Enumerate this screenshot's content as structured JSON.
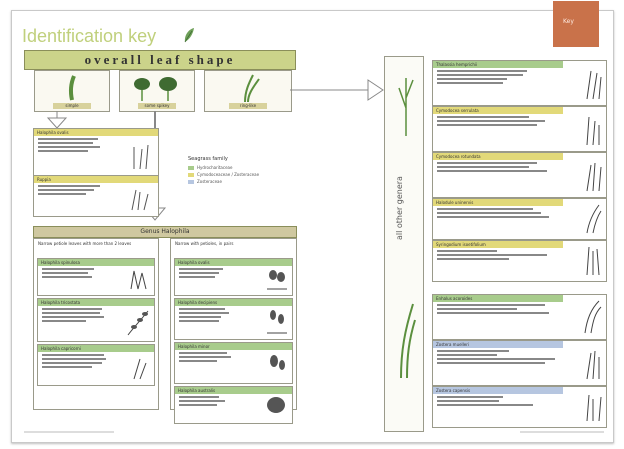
{
  "page": {
    "title": "Identification key",
    "corner_label": "Key",
    "leaf_header": "overall leaf shape",
    "shapes": [
      {
        "label": "simple"
      },
      {
        "label": "some spikey"
      },
      {
        "label": "ring-like"
      }
    ],
    "legend": {
      "title": "Seagrass family",
      "items": [
        {
          "label": "Hydrocharitaceae",
          "color": "#a8cc8c"
        },
        {
          "label": "Cymodoceaceae / Zosteraceae",
          "color": "#e2d979"
        },
        {
          "label": "Zosteraceae",
          "color": "#b6c6e0"
        }
      ]
    },
    "left_top_cards": [
      {
        "title": "Halophila ovalis"
      },
      {
        "title": "Ruppia"
      }
    ],
    "genus_header": "Genus Halophila",
    "genus_left_intro": "Narrow petiole leaves with more than 2 leaves",
    "genus_right_intro": "Narrow with petioles, in pairs",
    "genus_left_cards": [
      {
        "title": "Halophila spinulosa"
      },
      {
        "title": "Halophila tricostata"
      },
      {
        "title": "Halophila capricorni"
      }
    ],
    "genus_right_cards": [
      {
        "title": "Halophila ovalis"
      },
      {
        "title": "Halophila decipiens"
      },
      {
        "title": "Halophila minor"
      },
      {
        "title": "Halophila australis"
      }
    ],
    "right_side_label": "all other genera",
    "right_upper_cards": [
      {
        "title": "Thalassia hemprichii"
      },
      {
        "title": "Cymodocea serrulata"
      },
      {
        "title": "Cymodocea rotundata"
      },
      {
        "title": "Halodule uninervis"
      },
      {
        "title": "Syringodium isoetifolium"
      }
    ],
    "right_lower_cards": [
      {
        "title": "Enhalus acoroides"
      },
      {
        "title": "Zostera muelleri"
      },
      {
        "title": "Zostera capensis"
      }
    ]
  }
}
